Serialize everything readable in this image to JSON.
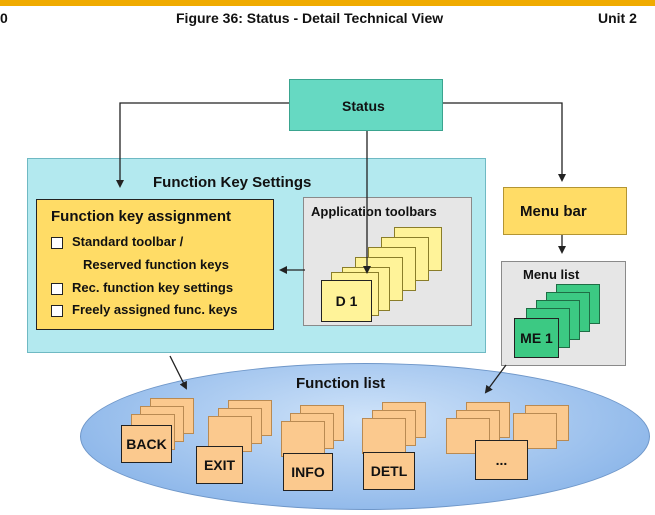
{
  "header": {
    "page_number": "0",
    "figure_title": "Figure 36: Status - Detail Technical View",
    "unit": "Unit 2"
  },
  "diagram": {
    "status": "Status",
    "function_key_settings": "Function Key Settings",
    "function_key_assignment": {
      "title": "Function key assignment",
      "items": [
        "Standard toolbar /",
        "Reserved function keys",
        "Rec. function key settings",
        "Freely assigned func. keys"
      ]
    },
    "application_toolbars": {
      "title": "Application toolbars",
      "front_card": "D 1"
    },
    "menu_bar": "Menu bar",
    "menu_list": {
      "title": "Menu list",
      "front_card": "ME 1"
    },
    "function_list": {
      "title": "Function list",
      "cards": [
        "BACK",
        "EXIT",
        "INFO",
        "DETL",
        "..."
      ]
    }
  },
  "colors": {
    "accent_bar": "#f0ab00",
    "status_box": "#66d9c2",
    "settings_area": "#b3e9ef",
    "yellow_box": "#ffdc66",
    "grey_box": "#e6e6e6",
    "ellipse": "#8fb8ea",
    "orange_card": "#fbc98e",
    "green_card": "#3cc983"
  }
}
